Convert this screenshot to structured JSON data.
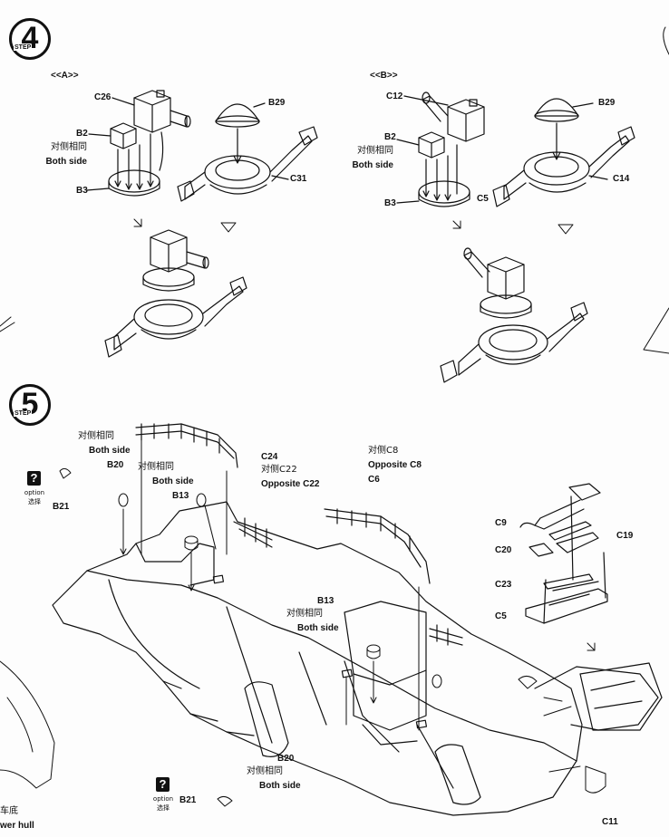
{
  "step4": {
    "number": "4",
    "step_label": "STEP",
    "variant_a": "<<A>>",
    "variant_b": "<<B>>",
    "a_labels": {
      "c26": "C26",
      "b29": "B29",
      "b2": "B2",
      "both_cn": "对侧相同",
      "both_en": "Both side",
      "b3": "B3",
      "c31": "C31"
    },
    "b_labels": {
      "c12": "C12",
      "b29": "B29",
      "b2": "B2",
      "both_cn": "对侧相同",
      "both_en": "Both side",
      "b3": "B3",
      "c14": "C14",
      "c5": "C5"
    }
  },
  "step5": {
    "number": "5",
    "step_label": "STEP",
    "labels": {
      "both_cn_1": "对侧相同",
      "both_en_1": "Both side",
      "b20_top": "B20",
      "b21_top": "B21",
      "both_cn_2": "对侧相同",
      "both_en_2": "Both side",
      "b13_top": "B13",
      "c24": "C24",
      "opp_c22_cn": "对侧C22",
      "opp_c22_en": "Opposite C22",
      "opp_c8_cn": "对侧C8",
      "opp_c8_en": "Opposite C8",
      "c6": "C6",
      "b13_mid": "B13",
      "both_cn_3": "对侧相同",
      "both_en_3": "Both side",
      "b20_bottom": "B20",
      "both_cn_4": "对侧相同",
      "both_en_4": "Both side",
      "b21_bottom": "B21",
      "c9": "C9",
      "c19": "C19",
      "c20": "C20",
      "c23": "C23",
      "c5": "C5",
      "c11": "C11"
    },
    "option_top": {
      "mark": "?",
      "en": "option",
      "cn": "选择"
    },
    "option_bottom": {
      "mark": "?",
      "en": "option",
      "cn": "选择"
    }
  },
  "margin_left": {
    "cn": "车底",
    "en": "wer hull"
  }
}
